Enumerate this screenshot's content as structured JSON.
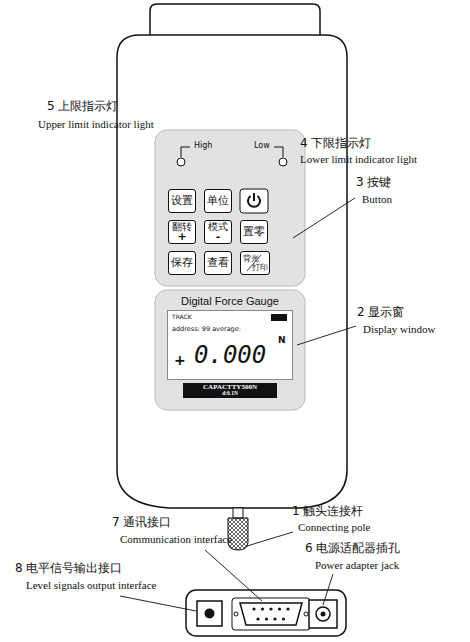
{
  "diagram": {
    "nodes": [
      {
        "text": [
          "Digital Force Gauge"
        ]
      },
      {
        "text": [
          "TRACK",
          "address: 99 average:",
          "+",
          "0.000",
          "N"
        ],
        "in": 0
      },
      {
        "text": [
          "CAPACTTY500N",
          "d:0.1N"
        ],
        "in": 0
      },
      {
        "text": [
          "设置"
        ]
      },
      {
        "text": [
          "单位"
        ]
      },
      {
        "text": [
          "翻转",
          "+"
        ]
      },
      {
        "text": [
          "模式",
          "-"
        ]
      },
      {
        "text": [
          "置零"
        ]
      },
      {
        "text": [
          "保存"
        ]
      },
      {
        "text": [
          "查看"
        ]
      },
      {
        "text": [
          "背光",
          "打印"
        ]
      }
    ],
    "labels": [
      "5 上限指示灯",
      "Upper limit indicator light",
      "High",
      "Low",
      "4 下限指示灯",
      "Lower limit indicator light",
      "3 按键",
      "Button",
      "2 显示窗",
      "Display window",
      "1 触头连接杆",
      "Connecting pole",
      "7 通讯接口",
      "Communication interface",
      "6 电源适配器插孔",
      "Power adapter jack",
      "8 电平信号输出接口",
      "Level signals output interface"
    ]
  }
}
